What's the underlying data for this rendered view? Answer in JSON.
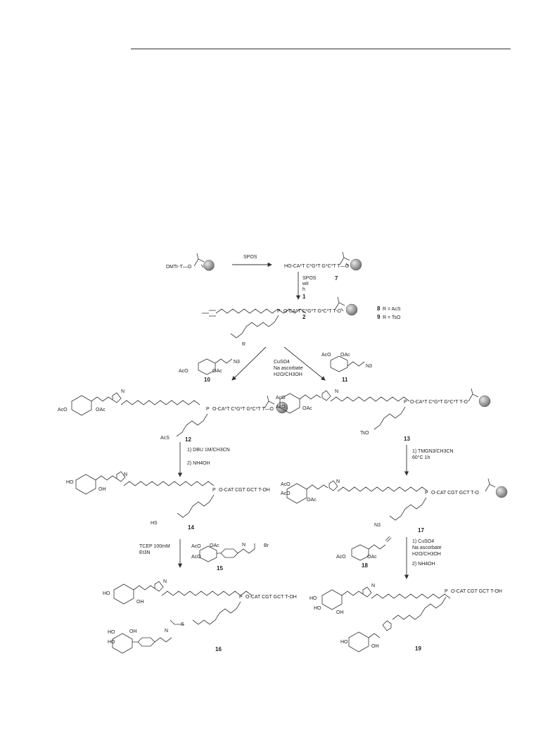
{
  "scheme": {
    "reagents": {
      "spos_top": "SPOS",
      "spos_step2": [
        "SPOS",
        "wit",
        "h",
        "1"
      ],
      "click_left": [
        "CuSO4",
        "Na ascorbate",
        "H2O/CH3OH"
      ],
      "deprotect_left": [
        "1) DBU 1M/CH3CN",
        "2) NH4OH"
      ],
      "tcep": [
        "TCEP 100mM",
        "Et3N"
      ],
      "tmg": [
        "1) TMGN3/CH3CN",
        "60°C 1h"
      ],
      "click_right": [
        "1) CuSO4",
        "Na ascorbate",
        "H2O/CH3OH",
        "2) NH4OH"
      ]
    },
    "sequences": {
      "start": "DMTr-T—O",
      "seq7": "HO-CA*T C*G*T G*C*T T—O",
      "seq2": "O-CA*T C*G*T G*C*T T-O",
      "seq12": "O-CA*T C*G*T G*C*T T—O",
      "seq13": "O-CA*T C*G*T G*C*T T-O",
      "seq14": "O-CAT CGT GCT T-OH",
      "seq17": "O-CAT CGT GCT T-O",
      "seq16": "O-CAT CGT GCT T-OH",
      "seq19": "O-CAT CGT GCT T-OH"
    },
    "labels": {
      "r_group": "R",
      "n3": "N3",
      "ts": "TsO",
      "acs": "AcS",
      "hs": "HS",
      "br": "Br",
      "ac_o": "AcO",
      "oac": "OAc",
      "ho": "HO",
      "oh": "OH",
      "o": "O",
      "p": "P",
      "n": "N",
      "s": "S",
      "h": "H"
    },
    "compounds": {
      "c7": "7",
      "c1": "1",
      "c2": "2",
      "c8": "8",
      "c8_def": "R = AcS",
      "c9": "9",
      "c9_def": "R = TsO",
      "c10": "10",
      "c11": "11",
      "c12": "12",
      "c13": "13",
      "c14": "14",
      "c15": "15",
      "c16": "16",
      "c17": "17",
      "c18": "18",
      "c19": "19"
    }
  },
  "colors": {
    "ink": "#222222",
    "bead": "#8a8a8a"
  }
}
